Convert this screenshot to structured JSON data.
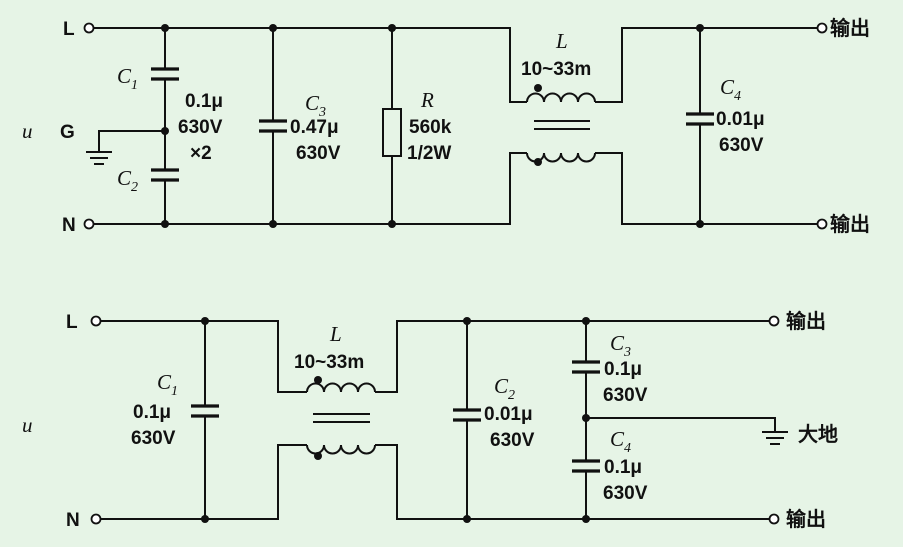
{
  "colors": {
    "background": "#e6f4e6",
    "ink": "#111111"
  },
  "top_circuit": {
    "L_terminal": "L",
    "N_terminal": "N",
    "G_terminal": "G",
    "u": "u",
    "C1": {
      "letter": "C",
      "sub": "1"
    },
    "C2": {
      "letter": "C",
      "sub": "2"
    },
    "C12_value": "0.1μ",
    "C12_voltage": "630V",
    "C12_count": "×2",
    "C3": {
      "letter": "C",
      "sub": "3",
      "value": "0.47μ",
      "voltage": "630V"
    },
    "R": {
      "letter": "R",
      "value": "560k",
      "power": "1/2W"
    },
    "L": {
      "letter": "L",
      "value": "10~33m"
    },
    "C4": {
      "letter": "C",
      "sub": "4",
      "value": "0.01μ",
      "voltage": "630V"
    },
    "out_top": "输出",
    "out_bottom": "输出"
  },
  "bottom_circuit": {
    "L_terminal": "L",
    "N_terminal": "N",
    "u": "u",
    "C1": {
      "letter": "C",
      "sub": "1",
      "value": "0.1μ",
      "voltage": "630V"
    },
    "L": {
      "letter": "L",
      "value": "10~33m"
    },
    "C2": {
      "letter": "C",
      "sub": "2",
      "value": "0.01μ",
      "voltage": "630V"
    },
    "C3": {
      "letter": "C",
      "sub": "3",
      "value": "0.1μ",
      "voltage": "630V"
    },
    "C4": {
      "letter": "C",
      "sub": "4",
      "value": "0.1μ",
      "voltage": "630V"
    },
    "out_top": "输出",
    "ground": "大地",
    "out_bottom": "输出"
  }
}
